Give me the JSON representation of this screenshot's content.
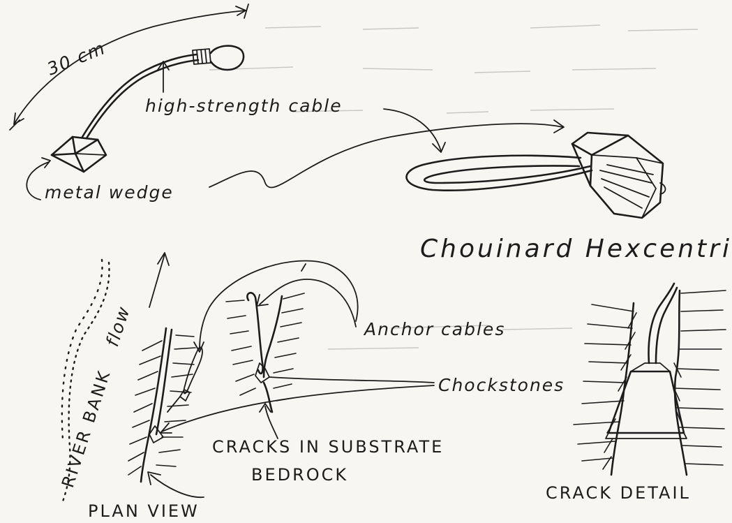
{
  "labels": {
    "dimension": "30 cm",
    "cable": "high-strength cable",
    "wedge": "metal wedge",
    "hex_title": "Chouinard Hexcentric",
    "anchor_cables": "Anchor cables",
    "chockstones": "Chockstones",
    "cracks_line1": "CRACKS IN SUBSTRATE",
    "cracks_line2": "BEDROCK",
    "river_bank": "RIVER BANK",
    "flow": "flow",
    "plan_view": "PLAN VIEW",
    "crack_detail": "CRACK DETAIL"
  },
  "colors": {
    "paper": "#f7f6f3",
    "ink": "#1c1c1c"
  }
}
